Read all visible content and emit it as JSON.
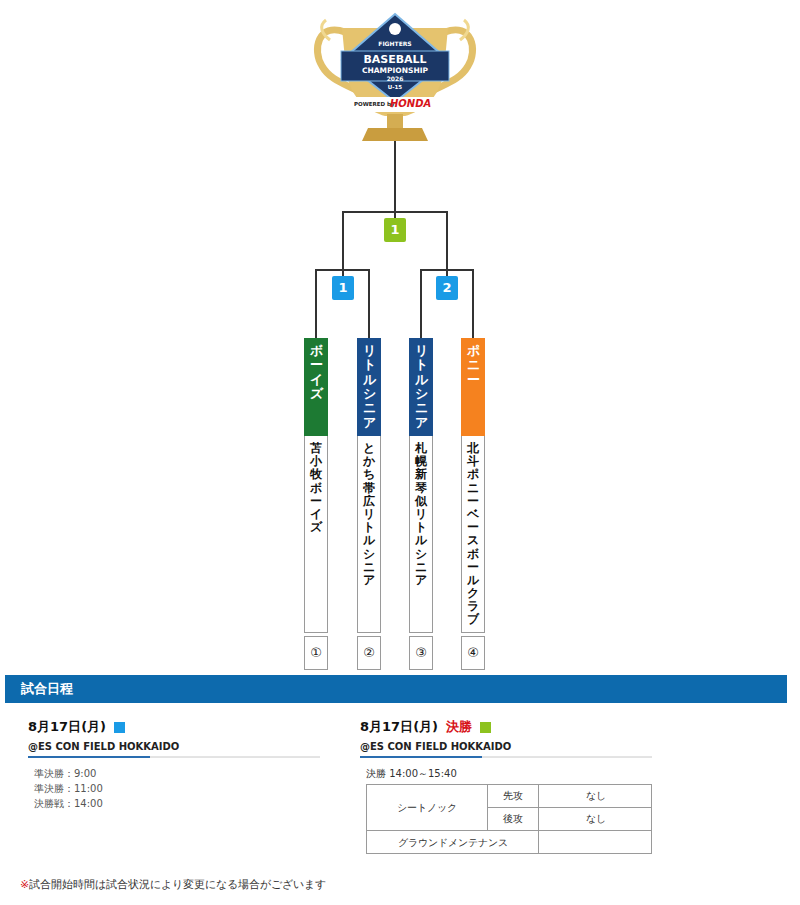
{
  "diagram": {
    "title": "試合日程",
    "nodes": [
      {
        "text": [
          "1"
        ]
      },
      {
        "text": [
          "1"
        ]
      },
      {
        "text": [
          "2"
        ]
      },
      {
        "text": [
          "ボーイズ"
        ]
      },
      {
        "text": [
          "苫小牧ボーイズ"
        ]
      },
      {
        "text": [
          "①"
        ]
      },
      {
        "text": [
          "リトルシニア"
        ]
      },
      {
        "text": [
          "とかち帯広リトルシニア"
        ]
      },
      {
        "text": [
          "②"
        ]
      },
      {
        "text": [
          "リトルシニア"
        ]
      },
      {
        "text": [
          "札幌新琴似リトルシニア"
        ]
      },
      {
        "text": [
          "③"
        ]
      },
      {
        "text": [
          "ポニー"
        ]
      },
      {
        "text": [
          "北斗ポニーベースボールクラブ"
        ]
      },
      {
        "text": [
          "④"
        ]
      }
    ],
    "edges": [
      {
        "from": 0,
        "to": 1,
        "arrow": "none"
      },
      {
        "from": 0,
        "to": 2,
        "arrow": "none"
      },
      {
        "from": 1,
        "to": 3,
        "arrow": "none"
      },
      {
        "from": 1,
        "to": 6,
        "arrow": "none"
      },
      {
        "from": 2,
        "to": 9,
        "arrow": "none"
      },
      {
        "from": 2,
        "to": 12,
        "arrow": "none"
      }
    ],
    "labels": [
      "FIGHTERS",
      "BASEBALL",
      "CHAMPIONSHIP",
      "2026",
      "U-15",
      "POWERED by",
      "HONDA",
      "8月17日(月)",
      "@ES CON FIELD HOKKAIDO",
      "@ES CON FIELD HOKKAIDO",
      "準決勝：9:00",
      "準決勝：11:00",
      "決勝戦：14:00",
      "決勝 14:00～15:40",
      "シートノック",
      "先攻",
      "なし",
      "後攻",
      "なし",
      "グラウンドメンテナンス",
      "※",
      "試合開始時間は試合状況により変更になる場合がございます"
    ],
    "legend": [
      {
        "text": "8月17日(月)",
        "color": "#1a9be6"
      },
      {
        "text": "決勝",
        "color": "#8dc21f"
      }
    ]
  }
}
